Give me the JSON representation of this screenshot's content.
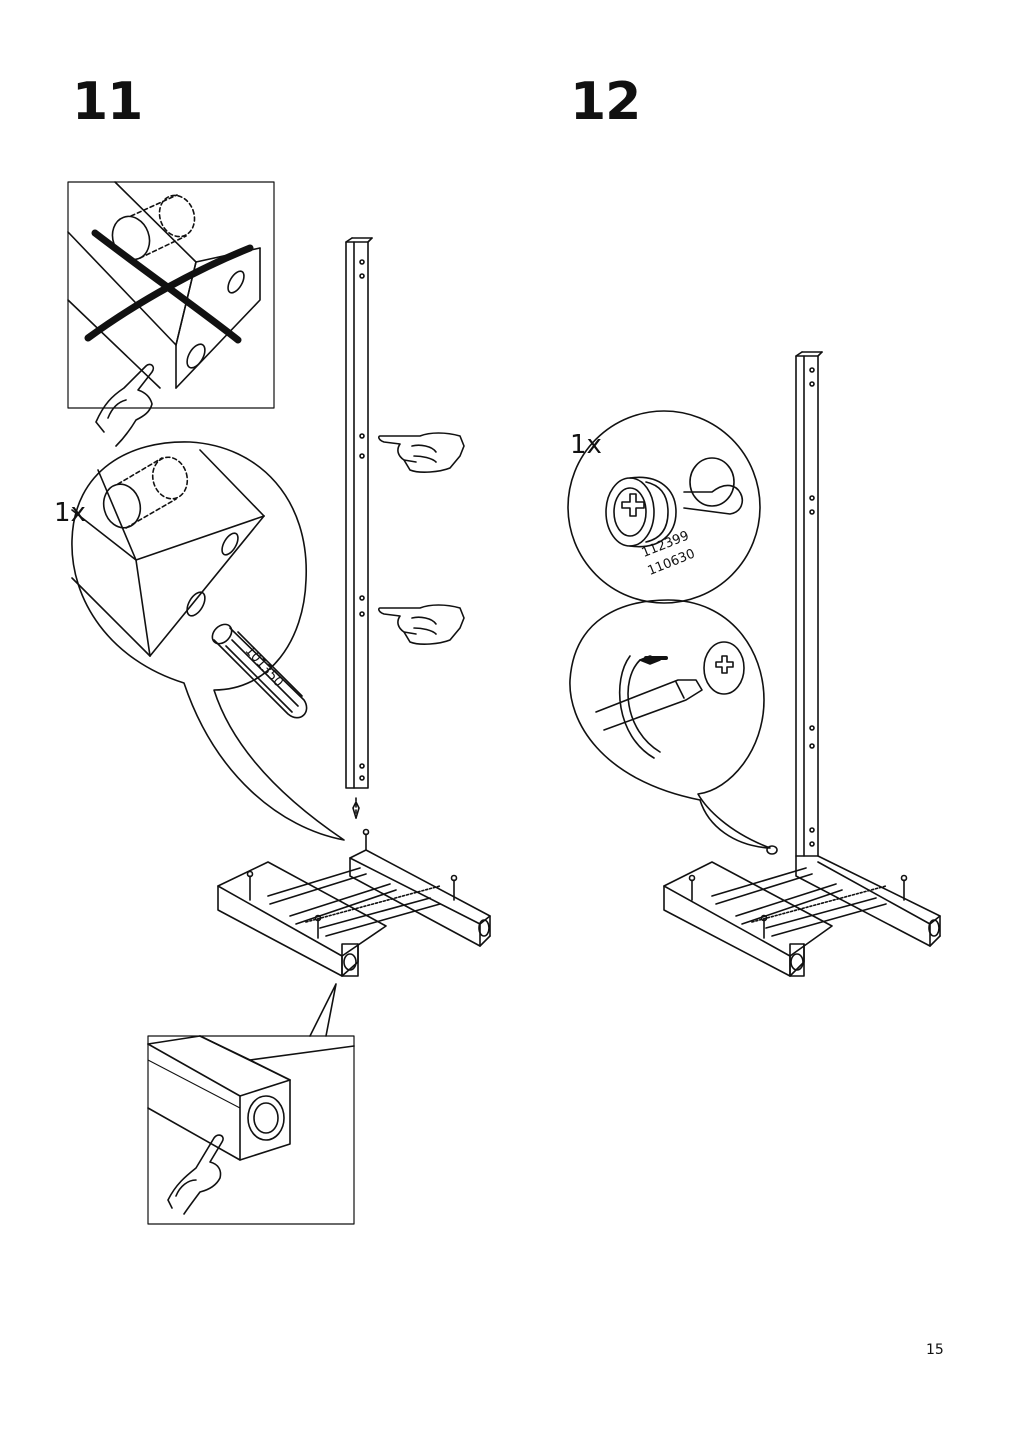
{
  "step11": {
    "number": "11",
    "quantity": "1x",
    "part_number": "101350"
  },
  "step12": {
    "number": "12",
    "quantity": "1x",
    "part_numbers": [
      "112399",
      "110630"
    ]
  },
  "page_number": "15",
  "icons": [
    "wrong-orientation-icon",
    "hand-point-icon",
    "dowel-icon",
    "cam-lock-icon",
    "screwdriver-icon"
  ]
}
